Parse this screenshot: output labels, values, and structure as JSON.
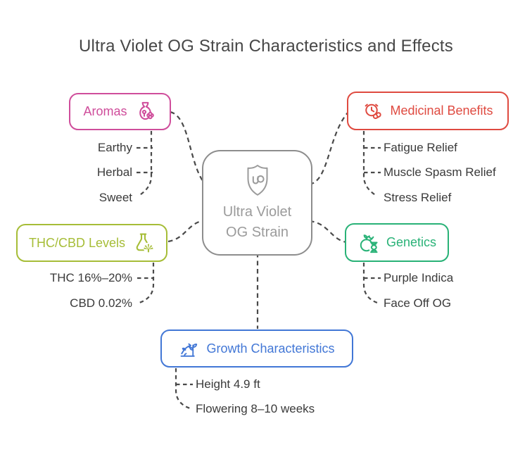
{
  "title": "Ultra Violet OG Strain Characteristics and Effects",
  "center": {
    "name": "Ultra Violet OG Strain",
    "line1": "Ultra Violet",
    "line2": "OG Strain",
    "monogram": "uo",
    "icon": "shield-uo-icon",
    "border_color": "#8d8d8d",
    "text_color": "#9b9b9b"
  },
  "style": {
    "background_color": "#ffffff",
    "title_color": "#474747",
    "item_text_color": "#3a3a3a",
    "connector_color": "#4a4a4a",
    "connector_style": "dashed"
  },
  "branches": [
    {
      "label": "Aromas",
      "icon": "aroma-diffuser-icon",
      "color": "#cf4d9b",
      "side": "left",
      "items": [
        "Earthy",
        "Herbal",
        "Sweet"
      ]
    },
    {
      "label": "Medicinal Benefits",
      "icon": "clock-pill-icon",
      "color": "#df4a40",
      "side": "right",
      "items": [
        "Fatigue Relief",
        "Muscle Spasm Relief",
        "Stress Relief"
      ]
    },
    {
      "label": "THC/CBD Levels",
      "icon": "flask-cannabis-icon",
      "color": "#a6bd37",
      "side": "left",
      "items": [
        "THC 16%–20%",
        "CBD 0.02%"
      ]
    },
    {
      "label": "Genetics",
      "icon": "apple-dna-icon",
      "color": "#29b277",
      "side": "right",
      "items": [
        "Purple Indica",
        "Face Off OG"
      ]
    },
    {
      "label": "Growth Characteristics",
      "icon": "plant-growth-icon",
      "color": "#4277d6",
      "side": "bottom",
      "items": [
        "Height 4.9 ft",
        "Flowering 8–10 weeks"
      ]
    }
  ]
}
